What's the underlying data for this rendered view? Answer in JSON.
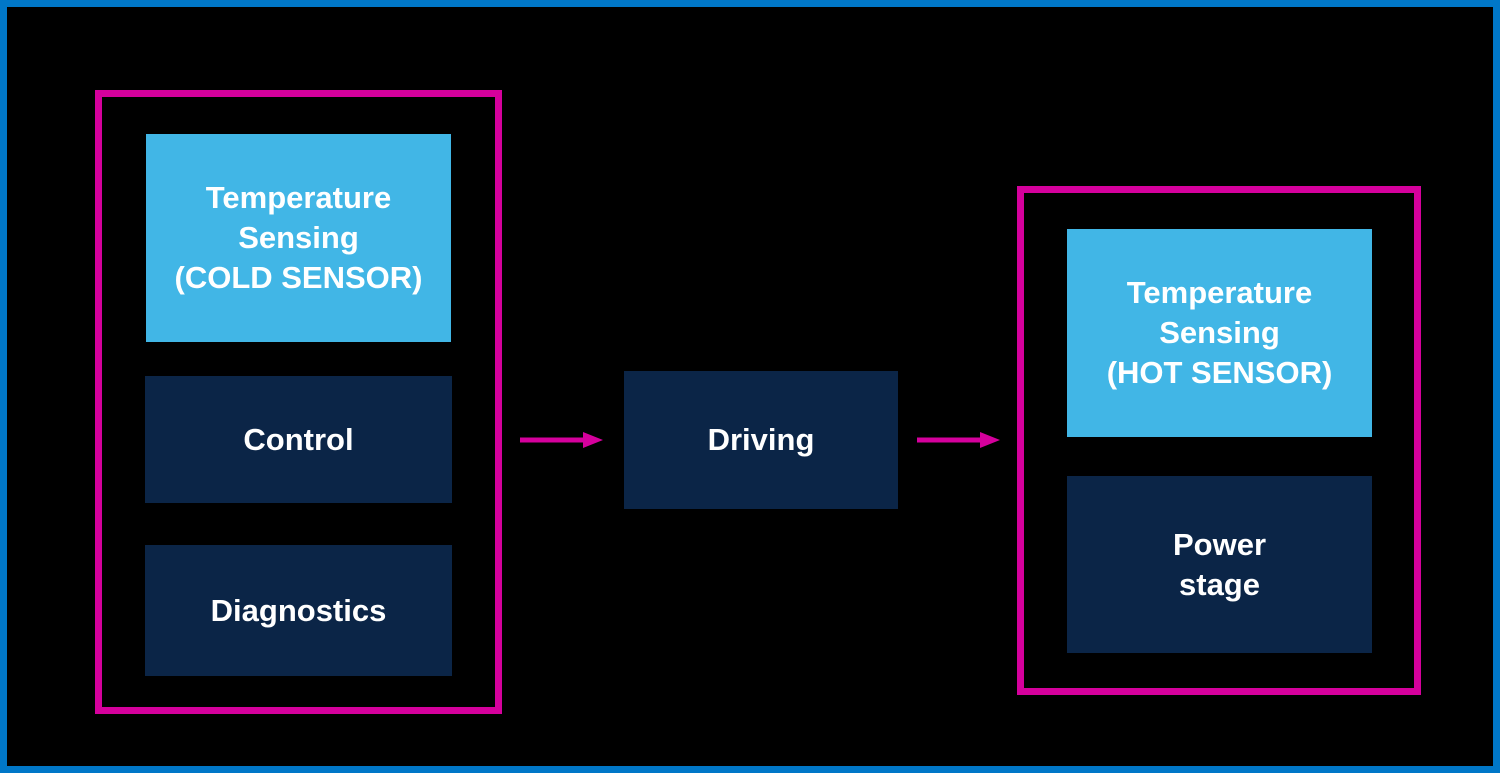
{
  "colors": {
    "background": "#000000",
    "outer_border": "#0077C8",
    "group_border": "#D5009C",
    "sensor_block": "#41B6E6",
    "function_block": "#0B2547",
    "arrow": "#D5009C",
    "text": "#FFFFFF"
  },
  "diagram": {
    "cold_group": {
      "sensor_label": "Temperature\nSensing\n(COLD SENSOR)",
      "control_label": "Control",
      "diagnostics_label": "Diagnostics"
    },
    "driving_label": "Driving",
    "hot_group": {
      "sensor_label": "Temperature\nSensing\n(HOT SENSOR)",
      "power_stage_label": "Power\nstage"
    }
  }
}
